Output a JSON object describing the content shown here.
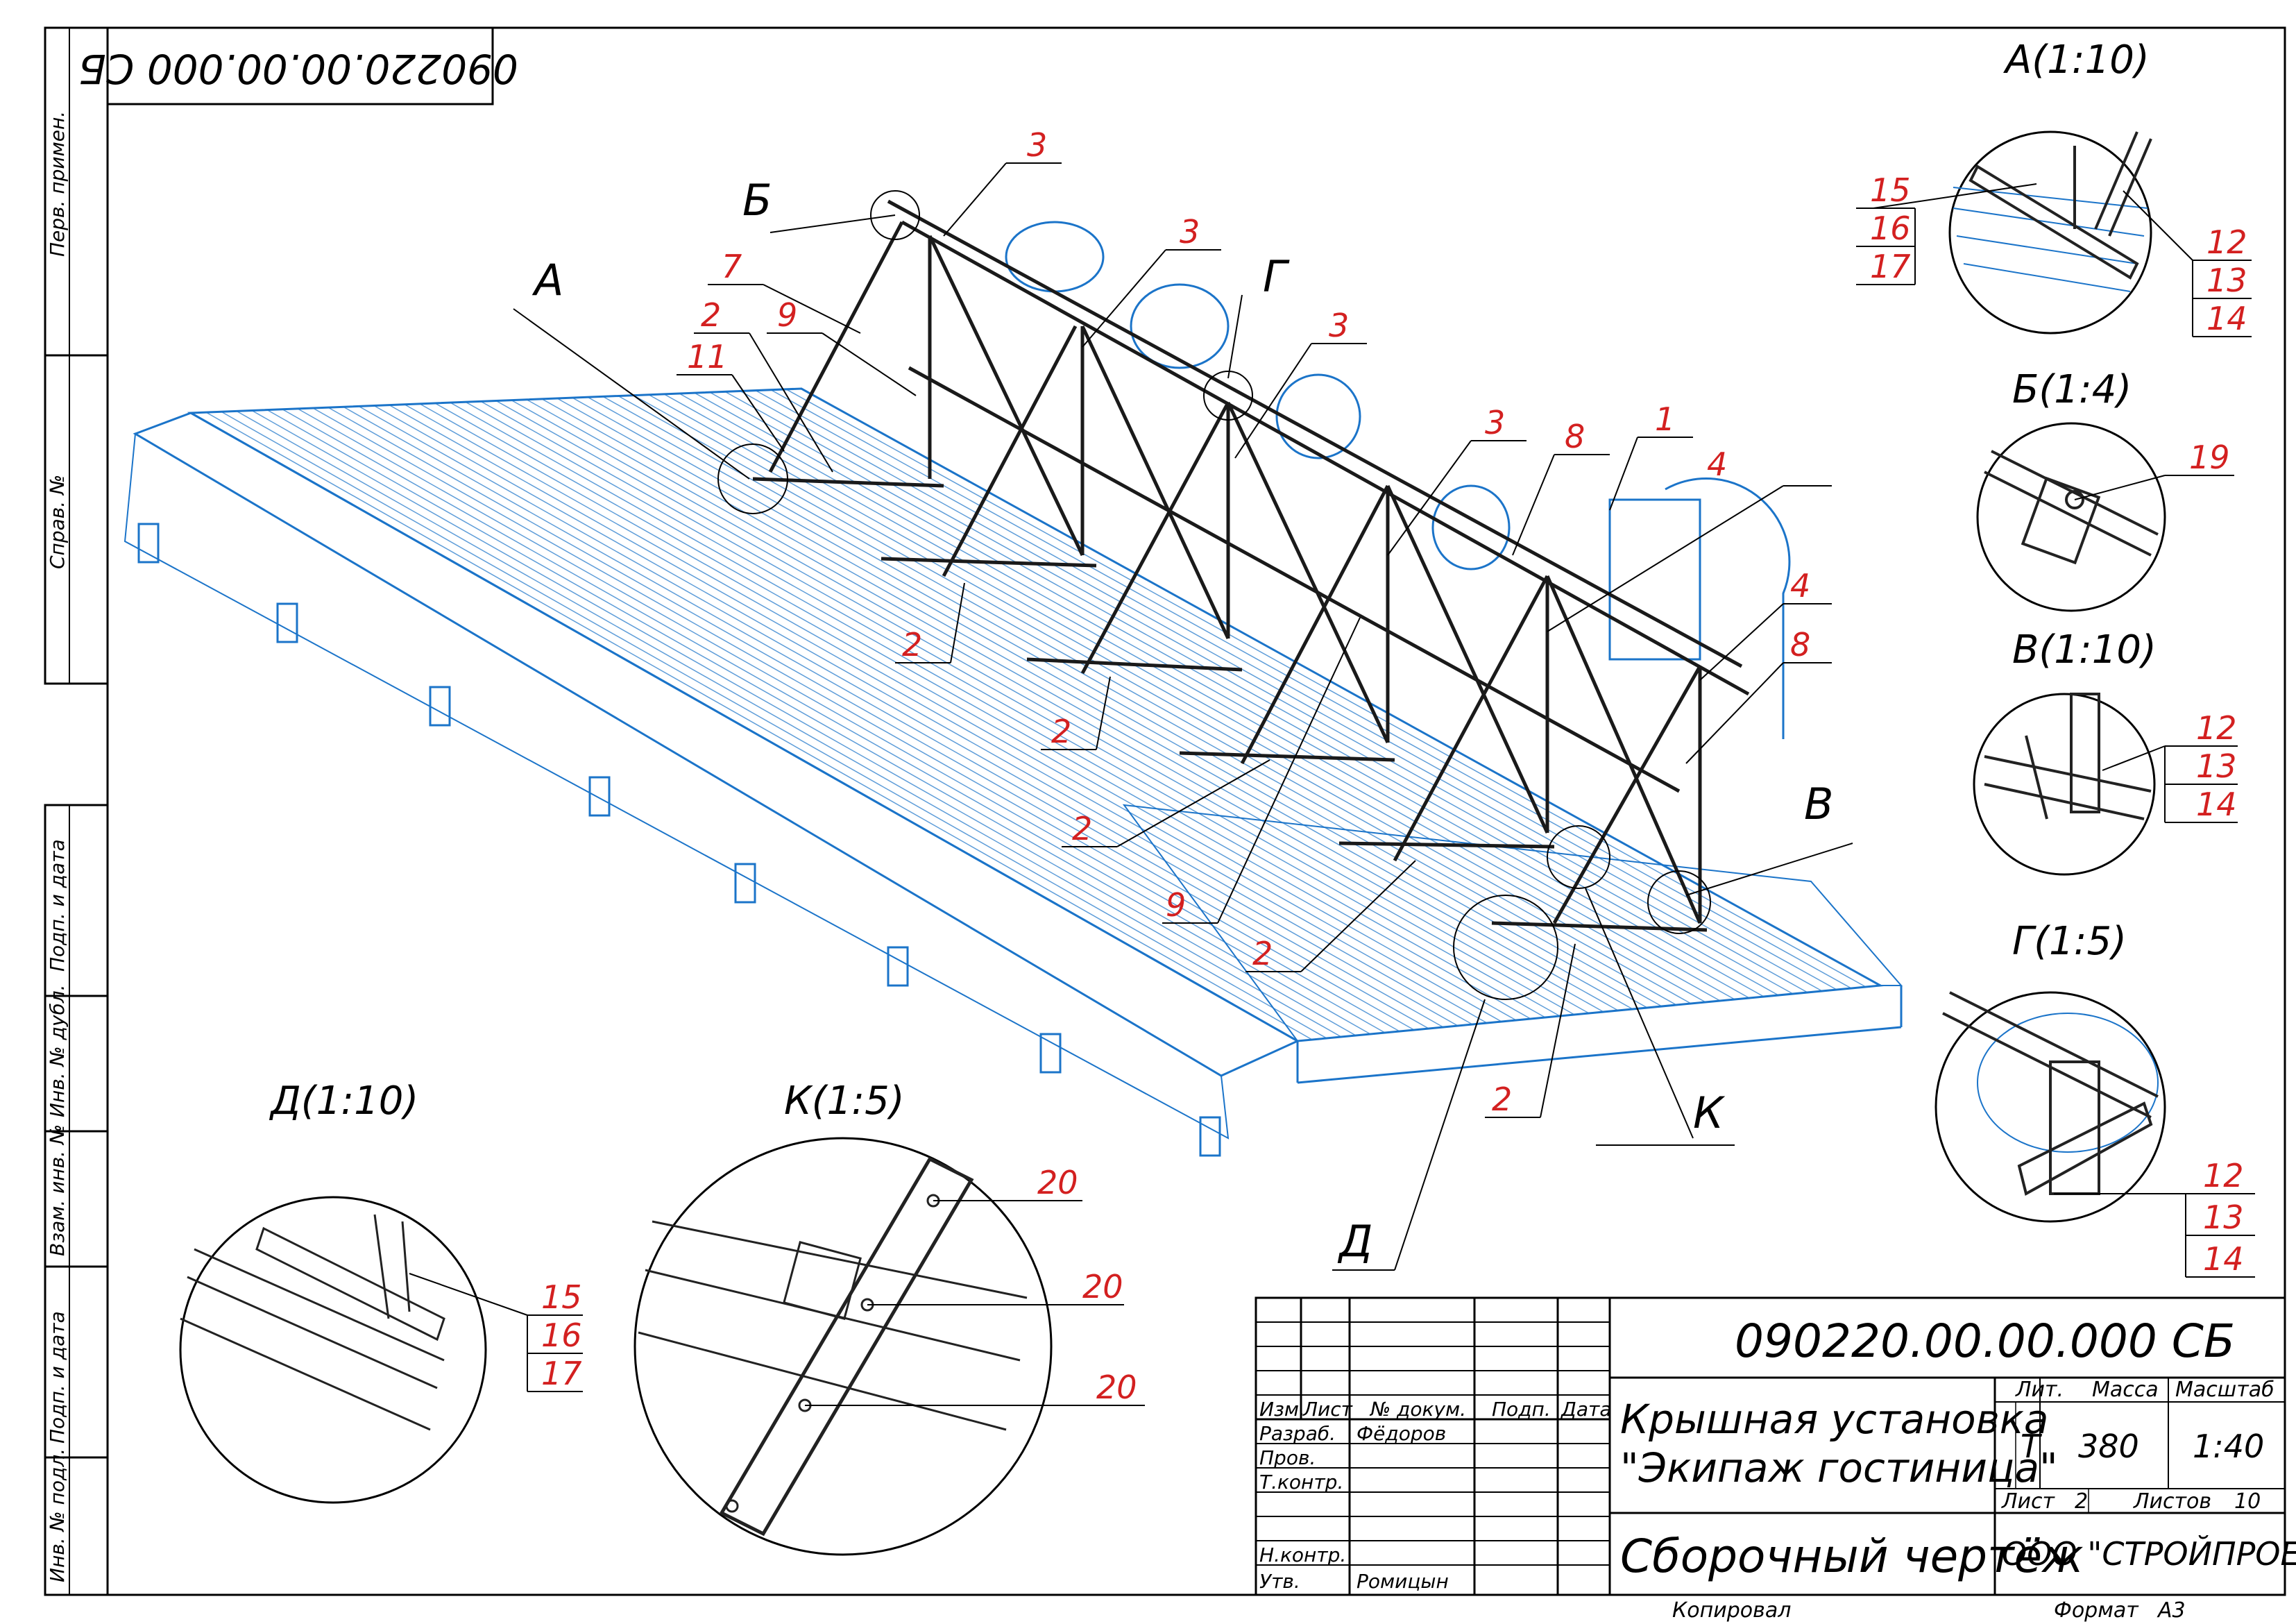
{
  "drawing": {
    "number_top": "090220.00.00.000 СБ",
    "side_strip": [
      "Перв. примен.",
      "Справ. №",
      "Подп. и дата",
      "Инв. № дубл.",
      "Взам. инв. №",
      "Подп. и дата",
      "Инв. № подл."
    ]
  },
  "main_view": {
    "view_labels": [
      "А",
      "Б",
      "Г",
      "В",
      "К",
      "Д"
    ],
    "callouts": [
      "3",
      "3",
      "3",
      "3",
      "7",
      "9",
      "2",
      "11",
      "1",
      "4",
      "8",
      "4",
      "8",
      "2",
      "2",
      "2",
      "9",
      "2",
      "2"
    ]
  },
  "details": [
    {
      "title": "А(1:10)",
      "items": [
        "15",
        "16",
        "17",
        "12",
        "13",
        "14"
      ]
    },
    {
      "title": "Б(1:4)",
      "items": [
        "19"
      ]
    },
    {
      "title": "В(1:10)",
      "items": [
        "12",
        "13",
        "14"
      ]
    },
    {
      "title": "Г(1:5)",
      "items": [
        "12",
        "13",
        "14"
      ]
    },
    {
      "title": "Д(1:10)",
      "items": [
        "15",
        "16",
        "17"
      ]
    },
    {
      "title": "К(1:5)",
      "items": [
        "20",
        "20",
        "20"
      ]
    }
  ],
  "title_block": {
    "doc_number": "090220.00.00.000 СБ",
    "headers": [
      "Изм.",
      "Лист",
      "№ докум.",
      "Подп.",
      "Дата"
    ],
    "roles": [
      "Разраб.",
      "Пров.",
      "Т.контр.",
      "Н.контр.",
      "Утв."
    ],
    "developer": "Фёдоров",
    "approver": "Ромицын",
    "name_line1": "Крышная установка",
    "name_line2": "\"Экипаж гостиница\"",
    "doc_type": "Сборочный чертёж",
    "lit_label": "Лит.",
    "lit_value": "Т",
    "mass_label": "Масса",
    "mass_value": "380",
    "scale_label": "Масштаб",
    "scale_value": "1:40",
    "sheet_label": "Лист",
    "sheet_value": "2",
    "sheets_label": "Листов",
    "sheets_value": "10",
    "company": "ООО \"СТРОЙПРОЕКТ\"",
    "copied": "Копировал",
    "format_label": "Формат",
    "format_value": "А3"
  }
}
